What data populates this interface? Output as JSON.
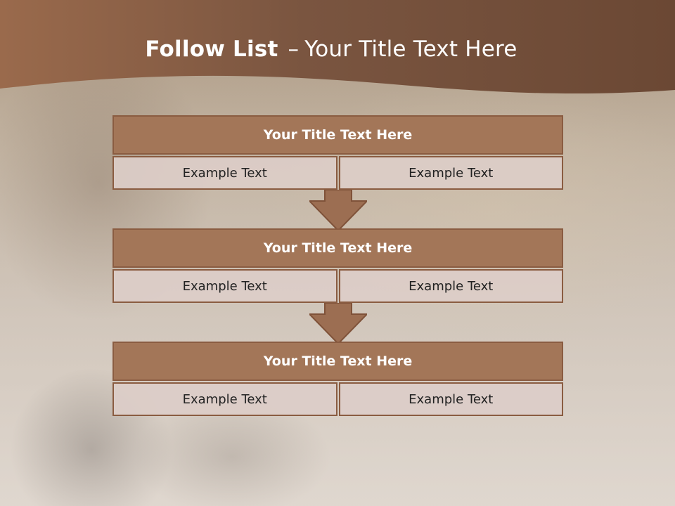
{
  "slide": {
    "title_bold": "Follow List",
    "title_separator": "–",
    "title_rest": "Your Title Text Here"
  },
  "blocks": [
    {
      "title": "Your Title Text Here",
      "left": "Example Text",
      "right": "Example Text"
    },
    {
      "title": "Your Title Text Here",
      "left": "Example Text",
      "right": "Example Text"
    },
    {
      "title": "Your Title Text Here",
      "left": "Example Text",
      "right": "Example Text"
    }
  ],
  "colors": {
    "header_brown": "#7a5540",
    "block_title_fill": "#a37658",
    "block_border": "#8a5c41",
    "cell_fill": "#dccdc8",
    "arrow_fill": "#9c6e52"
  },
  "icons": [
    "down-arrow-icon",
    "down-arrow-icon"
  ]
}
